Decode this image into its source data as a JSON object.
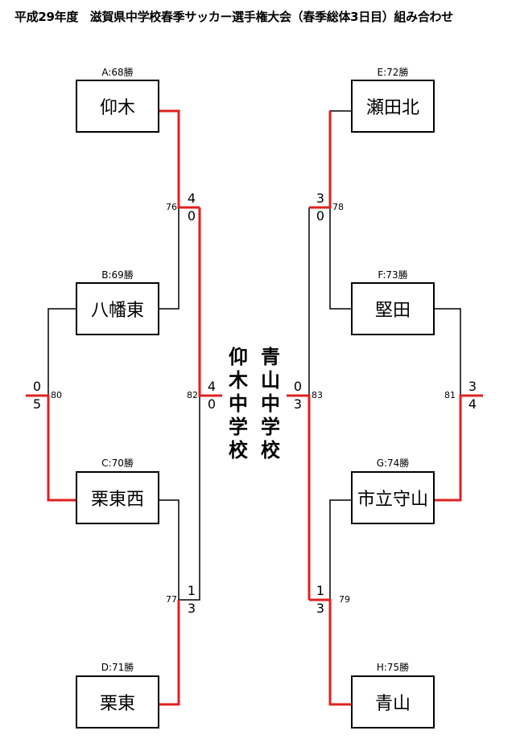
{
  "title": "平成29年度　滋賀県中学校春季サッカー選手権大会（春季総体3日目）組み合わせ",
  "teams": {
    "A": {
      "seed": "A:68勝",
      "name": "仰木"
    },
    "B": {
      "seed": "B:69勝",
      "name": "八幡東"
    },
    "C": {
      "seed": "C:70勝",
      "name": "栗東西"
    },
    "D": {
      "seed": "D:71勝",
      "name": "栗東"
    },
    "E": {
      "seed": "E:72勝",
      "name": "瀬田北"
    },
    "F": {
      "seed": "F:73勝",
      "name": "堅田"
    },
    "G": {
      "seed": "G:74勝",
      "name": "市立守山"
    },
    "H": {
      "seed": "H:75勝",
      "name": "青山"
    }
  },
  "games": {
    "g76": {
      "number": "76",
      "top": "4",
      "bottom": "0"
    },
    "g77": {
      "number": "77",
      "top": "1",
      "bottom": "3"
    },
    "g78": {
      "number": "78",
      "top": "3",
      "bottom": "0"
    },
    "g79": {
      "number": "79",
      "top": "1",
      "bottom": "3"
    },
    "g80": {
      "number": "80",
      "top": "0",
      "bottom": "5"
    },
    "g81": {
      "number": "81",
      "top": "3",
      "bottom": "4"
    },
    "g82": {
      "number": "82",
      "top": "4",
      "bottom": "0"
    },
    "g83": {
      "number": "83",
      "top": "0",
      "bottom": "3"
    }
  },
  "winners": {
    "left": "仰木中学校",
    "right": "青山中学校"
  },
  "colors": {
    "line": "#000000",
    "winner_path": "#e02020"
  }
}
